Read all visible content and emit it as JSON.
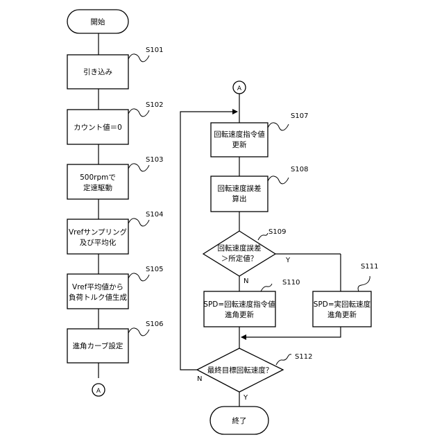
{
  "terminals": {
    "start": "開始",
    "end": "終了"
  },
  "connectors": {
    "a_out": "A",
    "a_in": "A"
  },
  "left_column": {
    "s101": {
      "step": "S101",
      "line1": "引き込み"
    },
    "s102": {
      "step": "S102",
      "line1": "カウント値＝0"
    },
    "s103": {
      "step": "S103",
      "line1": "500rpmで",
      "line2": "定速駆動"
    },
    "s104": {
      "step": "S104",
      "line1": "Vrefサンプリング",
      "line2": "及び平均化"
    },
    "s105": {
      "step": "S105",
      "line1": "Vref平均値から",
      "line2": "負荷トルク値生成"
    },
    "s106": {
      "step": "S106",
      "line1": "進角カーブ設定"
    }
  },
  "right_column": {
    "s107": {
      "step": "S107",
      "line1": "回転速度指令値",
      "line2": "更新"
    },
    "s108": {
      "step": "S108",
      "line1": "回転速度誤差",
      "line2": "算出"
    },
    "s109": {
      "step": "S109",
      "line1": "回転速度誤差",
      "line2": "＞所定値？",
      "yes": "Y",
      "no": "N"
    },
    "s110": {
      "step": "S110",
      "line1": "SPD=回転速度指令値",
      "line2": "進角更新"
    },
    "s111": {
      "step": "S111",
      "line1": "SPD=実回転速度",
      "line2": "進角更新"
    },
    "s112": {
      "step": "S112",
      "line1": "最終目標回転速度？",
      "yes": "Y",
      "no": "N"
    }
  }
}
